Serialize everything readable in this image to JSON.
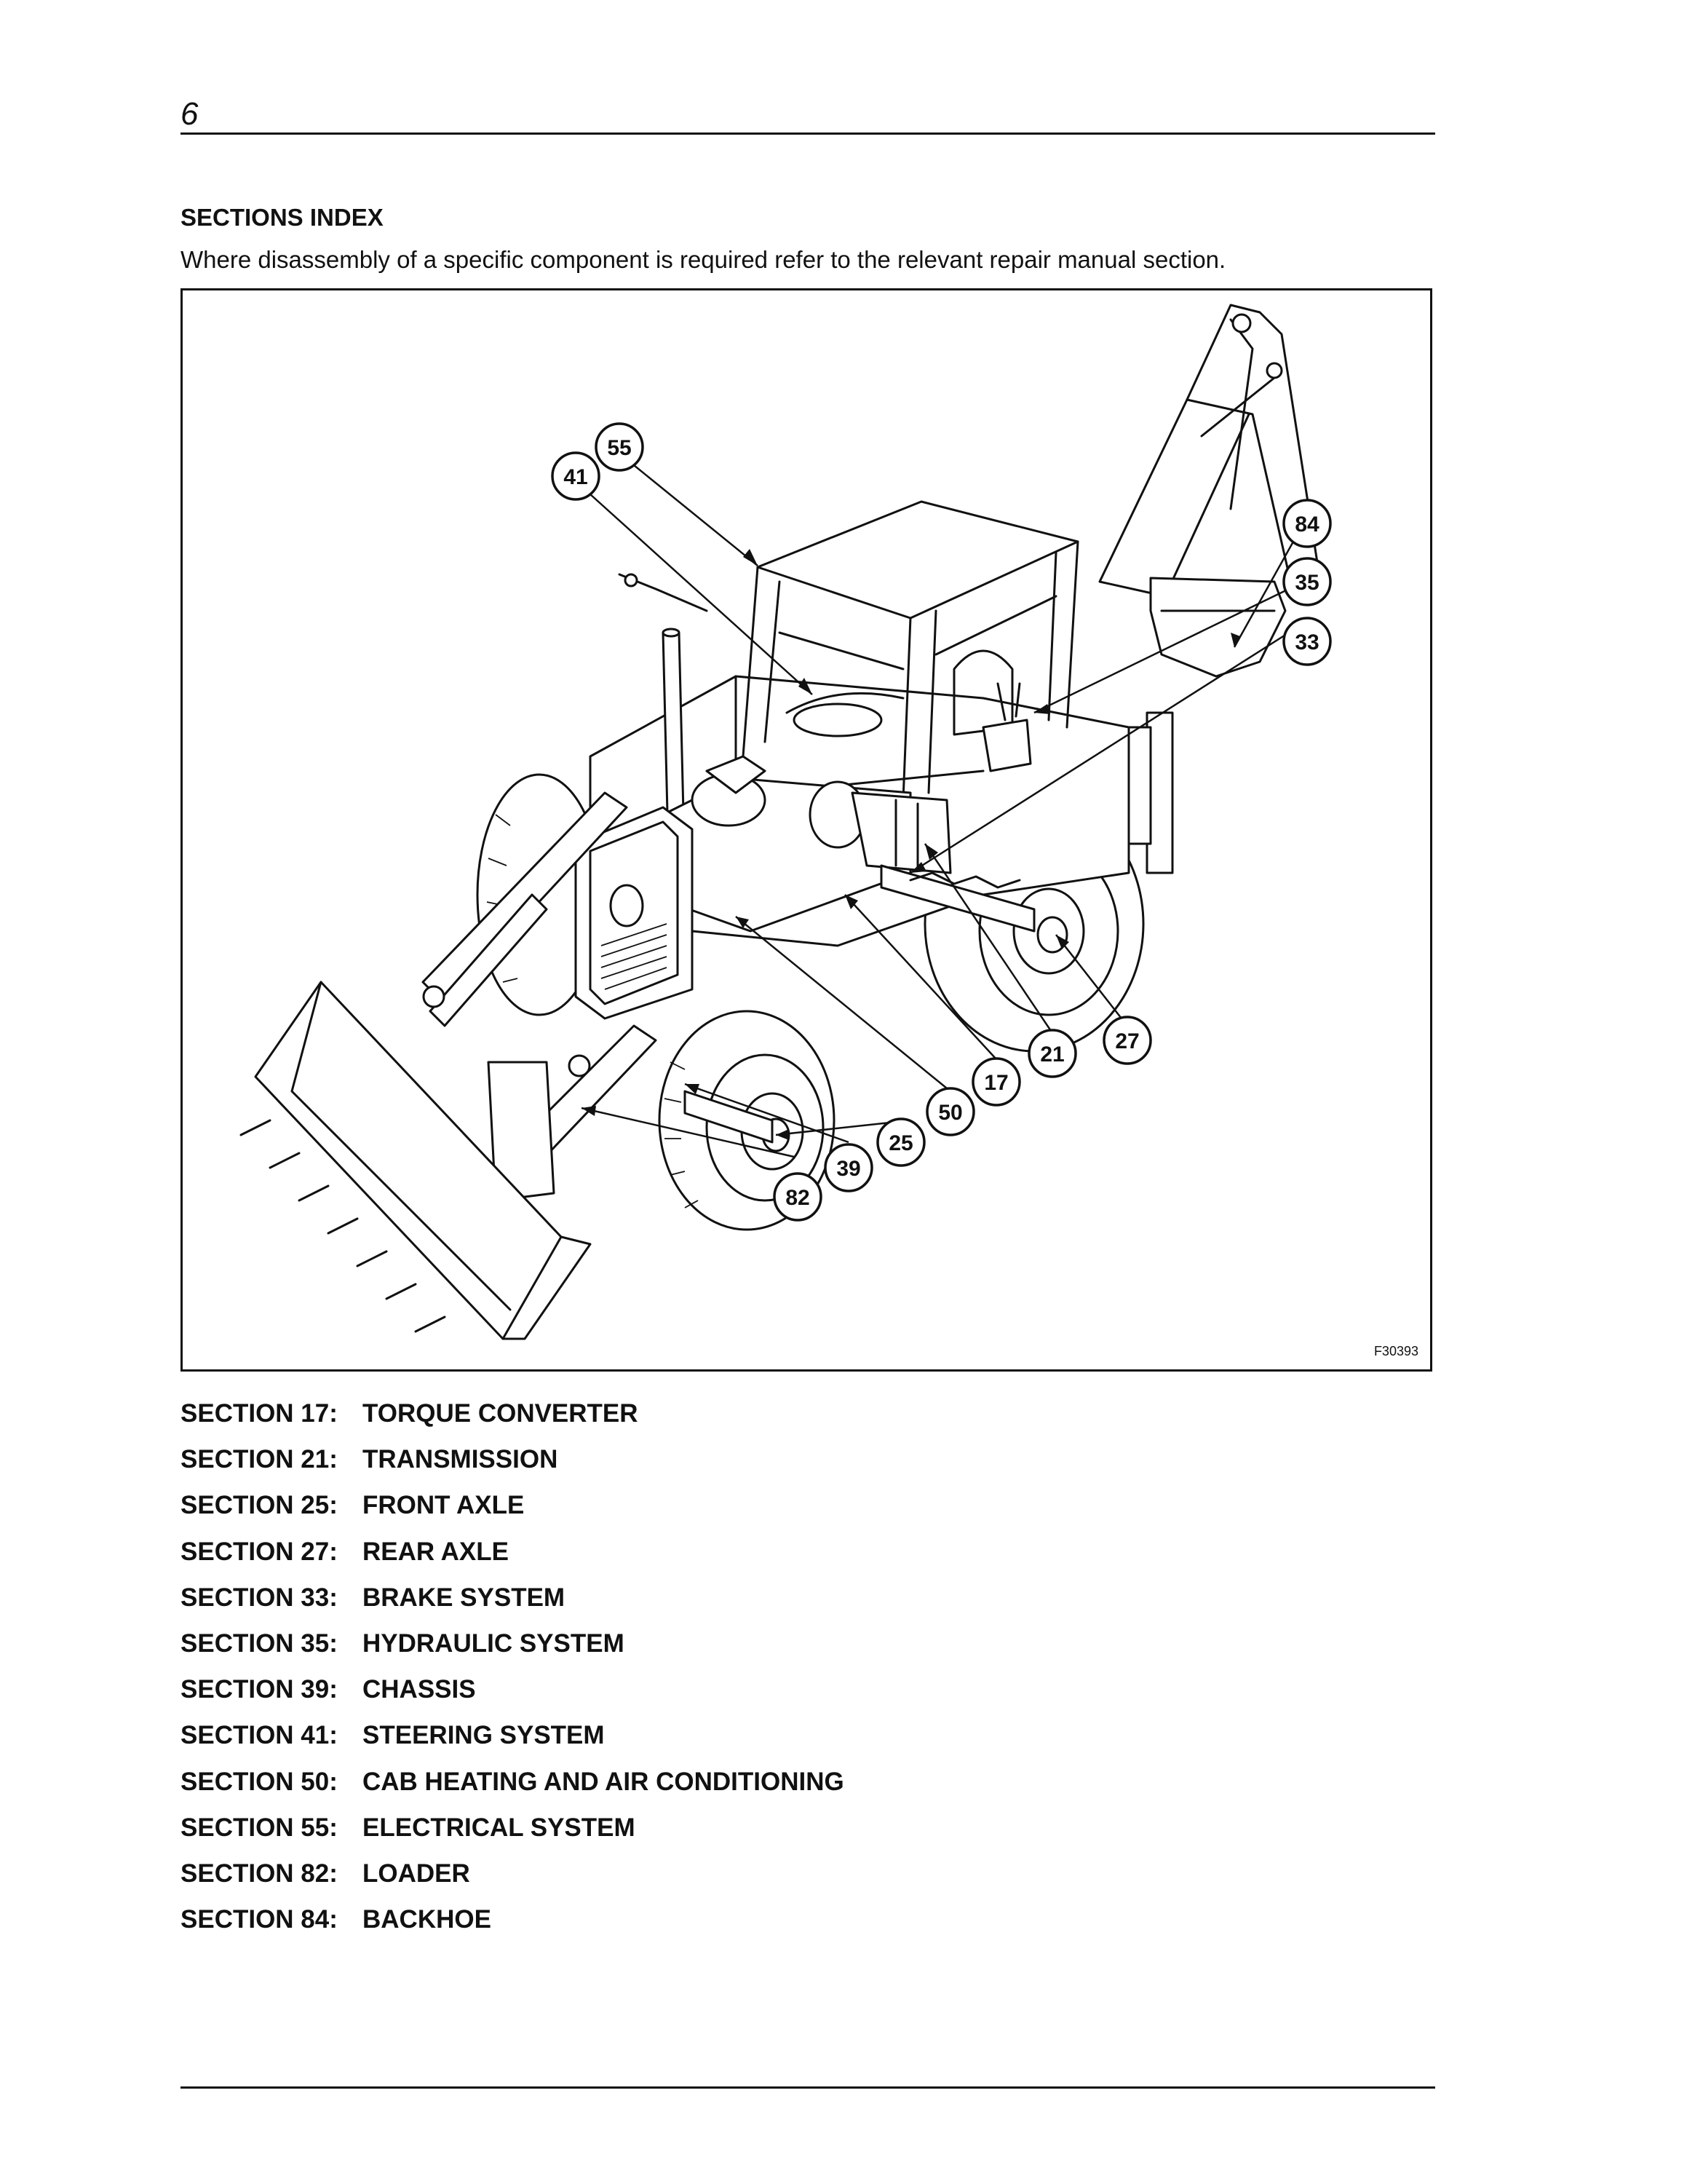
{
  "page": {
    "number": "6",
    "heading": "SECTIONS INDEX",
    "intro": "Where disassembly of a specific component is required refer to the relevant repair manual section."
  },
  "figure": {
    "code": "F30393",
    "callouts": [
      "55",
      "41",
      "84",
      "35",
      "33",
      "27",
      "21",
      "17",
      "50",
      "25",
      "39",
      "82"
    ]
  },
  "sections": [
    {
      "label": "SECTION 17:",
      "title": "TORQUE CONVERTER"
    },
    {
      "label": "SECTION 21:",
      "title": "TRANSMISSION"
    },
    {
      "label": "SECTION 25:",
      "title": "FRONT AXLE"
    },
    {
      "label": "SECTION 27:",
      "title": "REAR AXLE"
    },
    {
      "label": "SECTION 33:",
      "title": "BRAKE SYSTEM"
    },
    {
      "label": "SECTION 35:",
      "title": "HYDRAULIC SYSTEM"
    },
    {
      "label": "SECTION 39:",
      "title": "CHASSIS"
    },
    {
      "label": "SECTION 41:",
      "title": "STEERING SYSTEM"
    },
    {
      "label": "SECTION 50:",
      "title": "CAB HEATING AND AIR CONDITIONING"
    },
    {
      "label": "SECTION 55:",
      "title": "ELECTRICAL SYSTEM"
    },
    {
      "label": "SECTION 82:",
      "title": "LOADER"
    },
    {
      "label": "SECTION 84:",
      "title": "BACKHOE"
    }
  ]
}
